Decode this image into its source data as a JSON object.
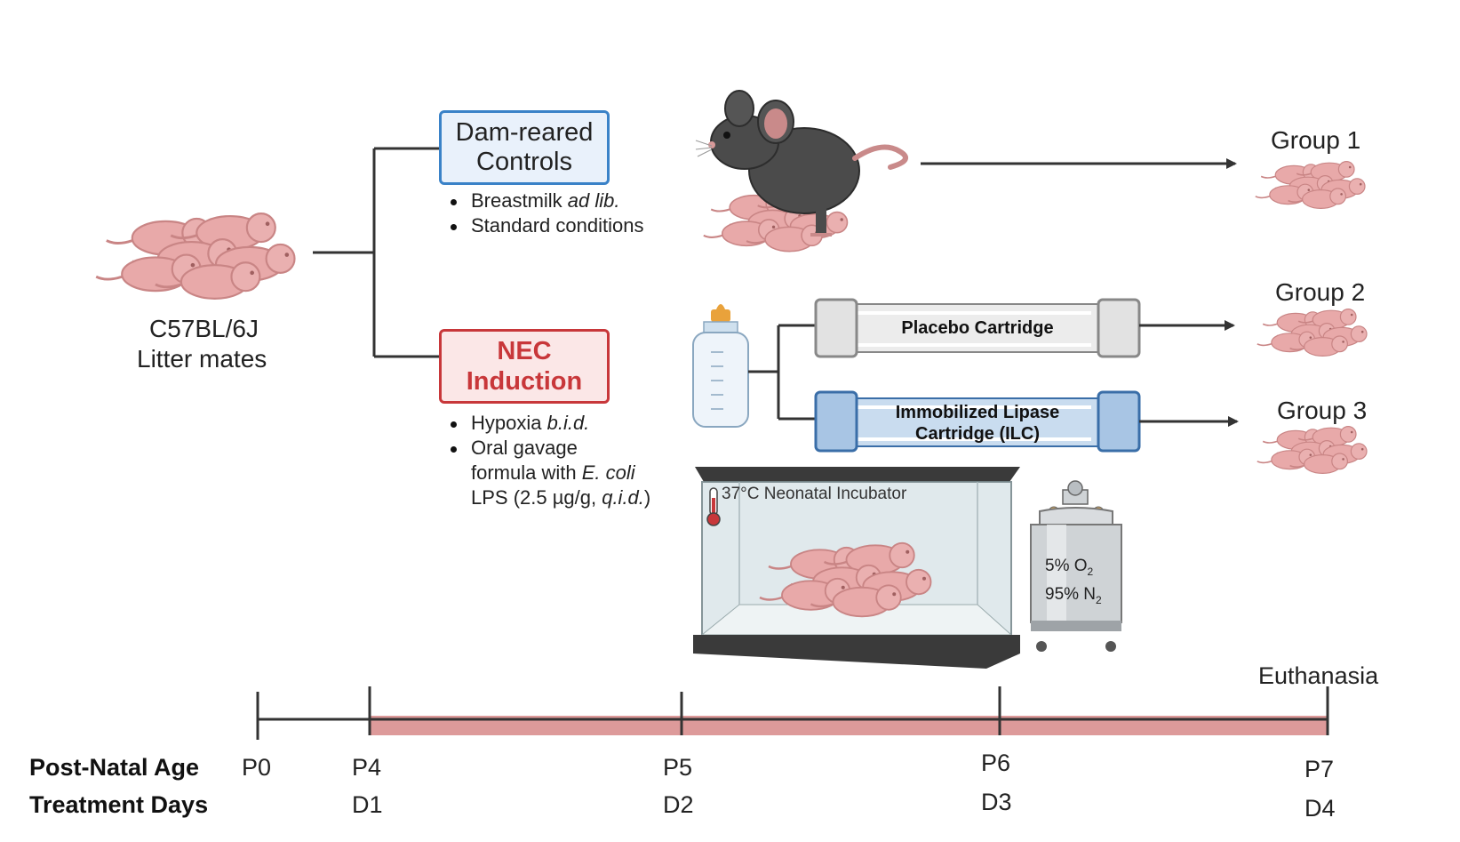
{
  "litter": {
    "line1": "C57BL/6J",
    "line2": "Litter mates"
  },
  "controls": {
    "title_line1": "Dam-reared",
    "title_line2": "Controls",
    "bullet1_pre": "Breastmilk ",
    "bullet1_em": "ad lib.",
    "bullet2": "Standard conditions"
  },
  "nec": {
    "title_line1": "NEC",
    "title_line2": "Induction",
    "bullet1_pre": "Hypoxia ",
    "bullet1_em": "b.i.d.",
    "bullet2_line1": "Oral gavage",
    "bullet2_line2_pre": "formula with ",
    "bullet2_line2_em": "E. coli",
    "bullet2_line3_pre": "LPS (2.5 µg/g, ",
    "bullet2_line3_em": "q.i.d.",
    "bullet2_line3_post": ")"
  },
  "cartridges": {
    "placebo": "Placebo Cartridge",
    "ilc_line1": "Immobilized Lipase",
    "ilc_line2": "Cartridge (ILC)"
  },
  "groups": [
    "Group 1",
    "Group 2",
    "Group 3"
  ],
  "incubator": {
    "label": "37°C Neonatal Incubator"
  },
  "gas": {
    "o2_pre": "5% O",
    "o2_sub": "2",
    "n2_pre": "95% N",
    "n2_sub": "2"
  },
  "timeline": {
    "end_label": "Euthanasia",
    "row_labels": [
      "Post-Natal Age",
      "Treatment Days"
    ],
    "ages": [
      "P0",
      "P4",
      "P5",
      "P6",
      "P7"
    ],
    "days": [
      "D1",
      "D2",
      "D3",
      "D4"
    ]
  },
  "colors": {
    "controls_border": "#3a82c8",
    "nec_border": "#c8373a",
    "treatment_band": "#dd9a9a",
    "pup_pink": "#e8a9a9"
  }
}
